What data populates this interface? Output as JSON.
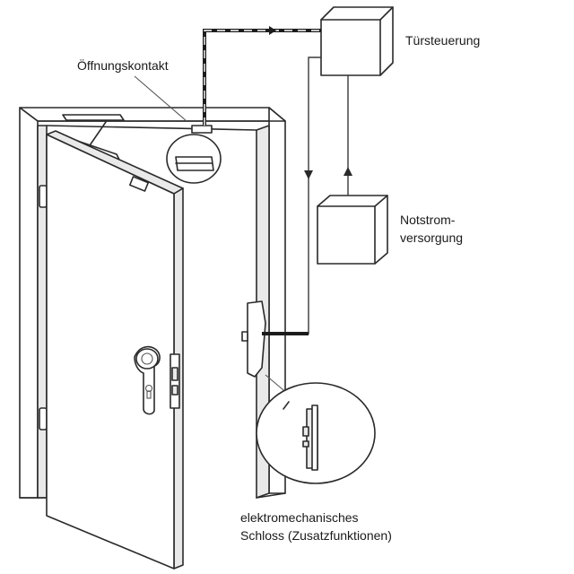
{
  "labels": {
    "door_controller": "Türsteuerung",
    "opening_contact": "Öffnungskontakt",
    "emergency_power_line1": "Notstrom-",
    "emergency_power_line2": "versorgung",
    "lock_line1": "elektromechanisches",
    "lock_line2": "Schloss (Zusatzfunktionen)"
  },
  "colors": {
    "line": "#2a2a2a",
    "background": "#ffffff"
  }
}
